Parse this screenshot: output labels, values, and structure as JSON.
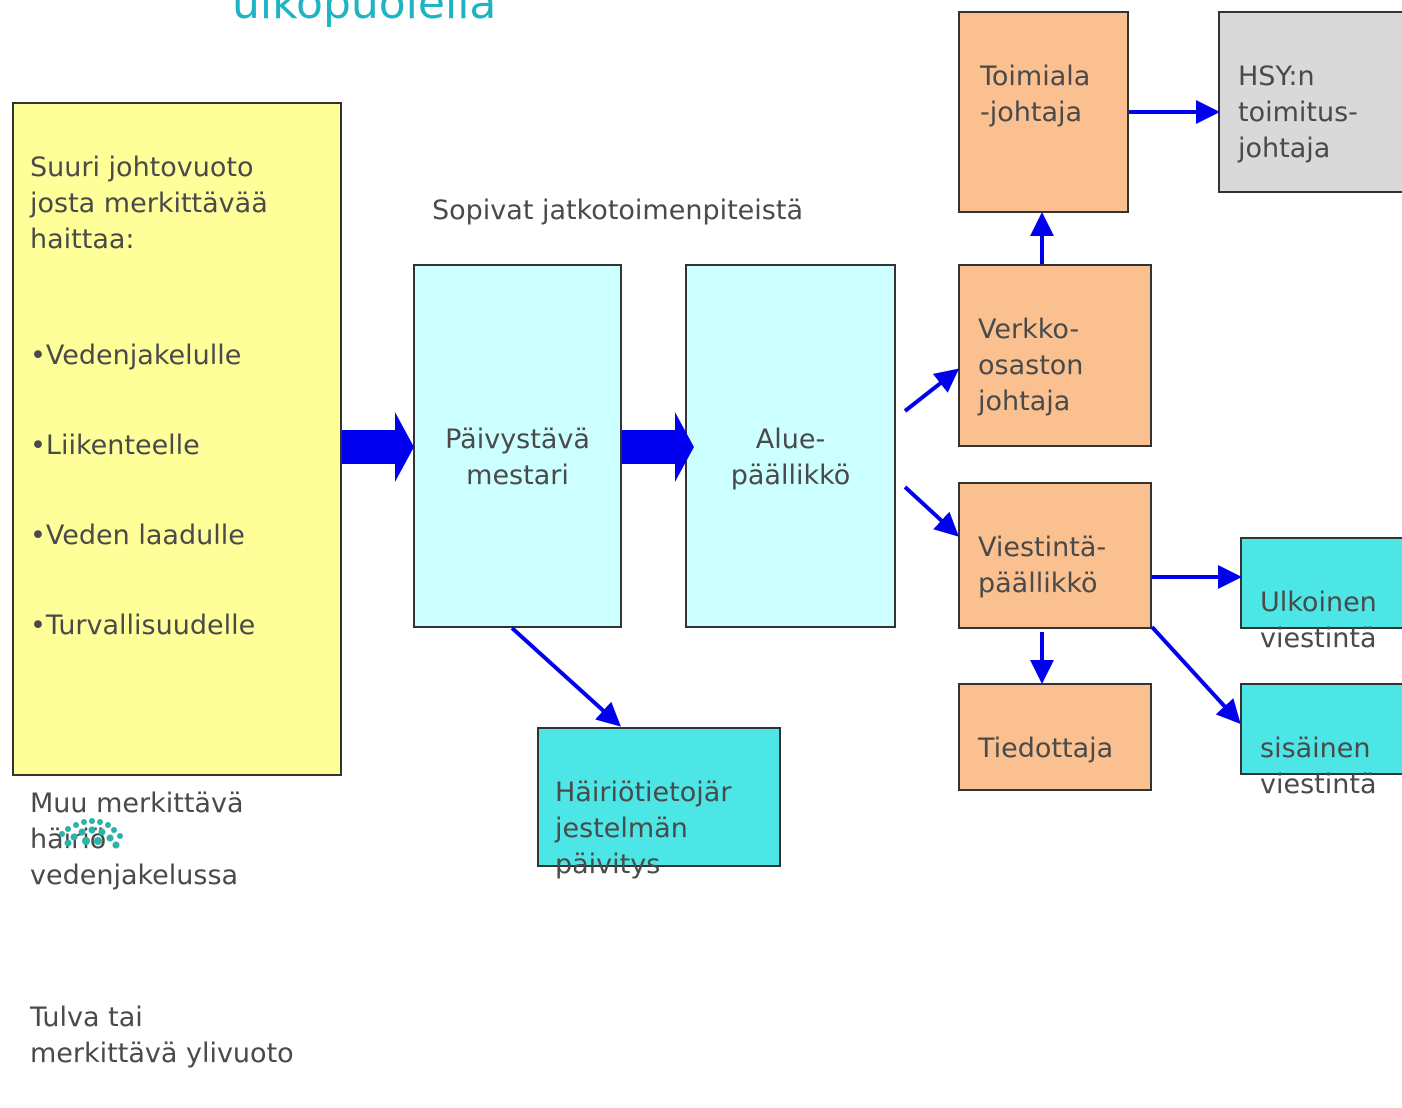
{
  "title": "ulkopuolella",
  "note": "Sopivat jatkotoimenpiteistä",
  "source_box": {
    "intro": "Suuri johtovuoto\njosta merkittävää\nhaittaa:",
    "bullets": [
      "•Vedenjakelulle",
      "•Liikenteelle",
      "•Veden laadulle",
      "•Turvallisuudelle"
    ],
    "other": "Muu merkittävä\nhäiriö\nvedenjakelussa",
    "flood": "Tulva tai\nmerkittävä ylivuoto"
  },
  "nodes": {
    "mestari": "Päivystävä\nmestari",
    "aluepaallikko": "Alue-\npäällikkö",
    "verkkoosasto": "Verkko-\nosaston\njohtaja",
    "toimiala": "Toimiala\n-johtaja",
    "hsy": "HSY:n\ntoimitus-\njohtaja",
    "viestinta": "Viestintä-\npäällikkö",
    "tiedottaja": "Tiedottaja",
    "ulkoinen": "Ulkoinen\nviestintä",
    "sisainen": "sisäinen\nviestintä",
    "hairiotieto": "Häiriötietojär\njestelmän\npäivitys"
  },
  "colors": {
    "title": "#1fb4c4",
    "yellow": "#ffff99",
    "light_cyan": "#ccffff",
    "orange": "#fac090",
    "grey": "#d9d9d9",
    "cyan": "#4de6e6",
    "arrow": "#0000ee"
  }
}
